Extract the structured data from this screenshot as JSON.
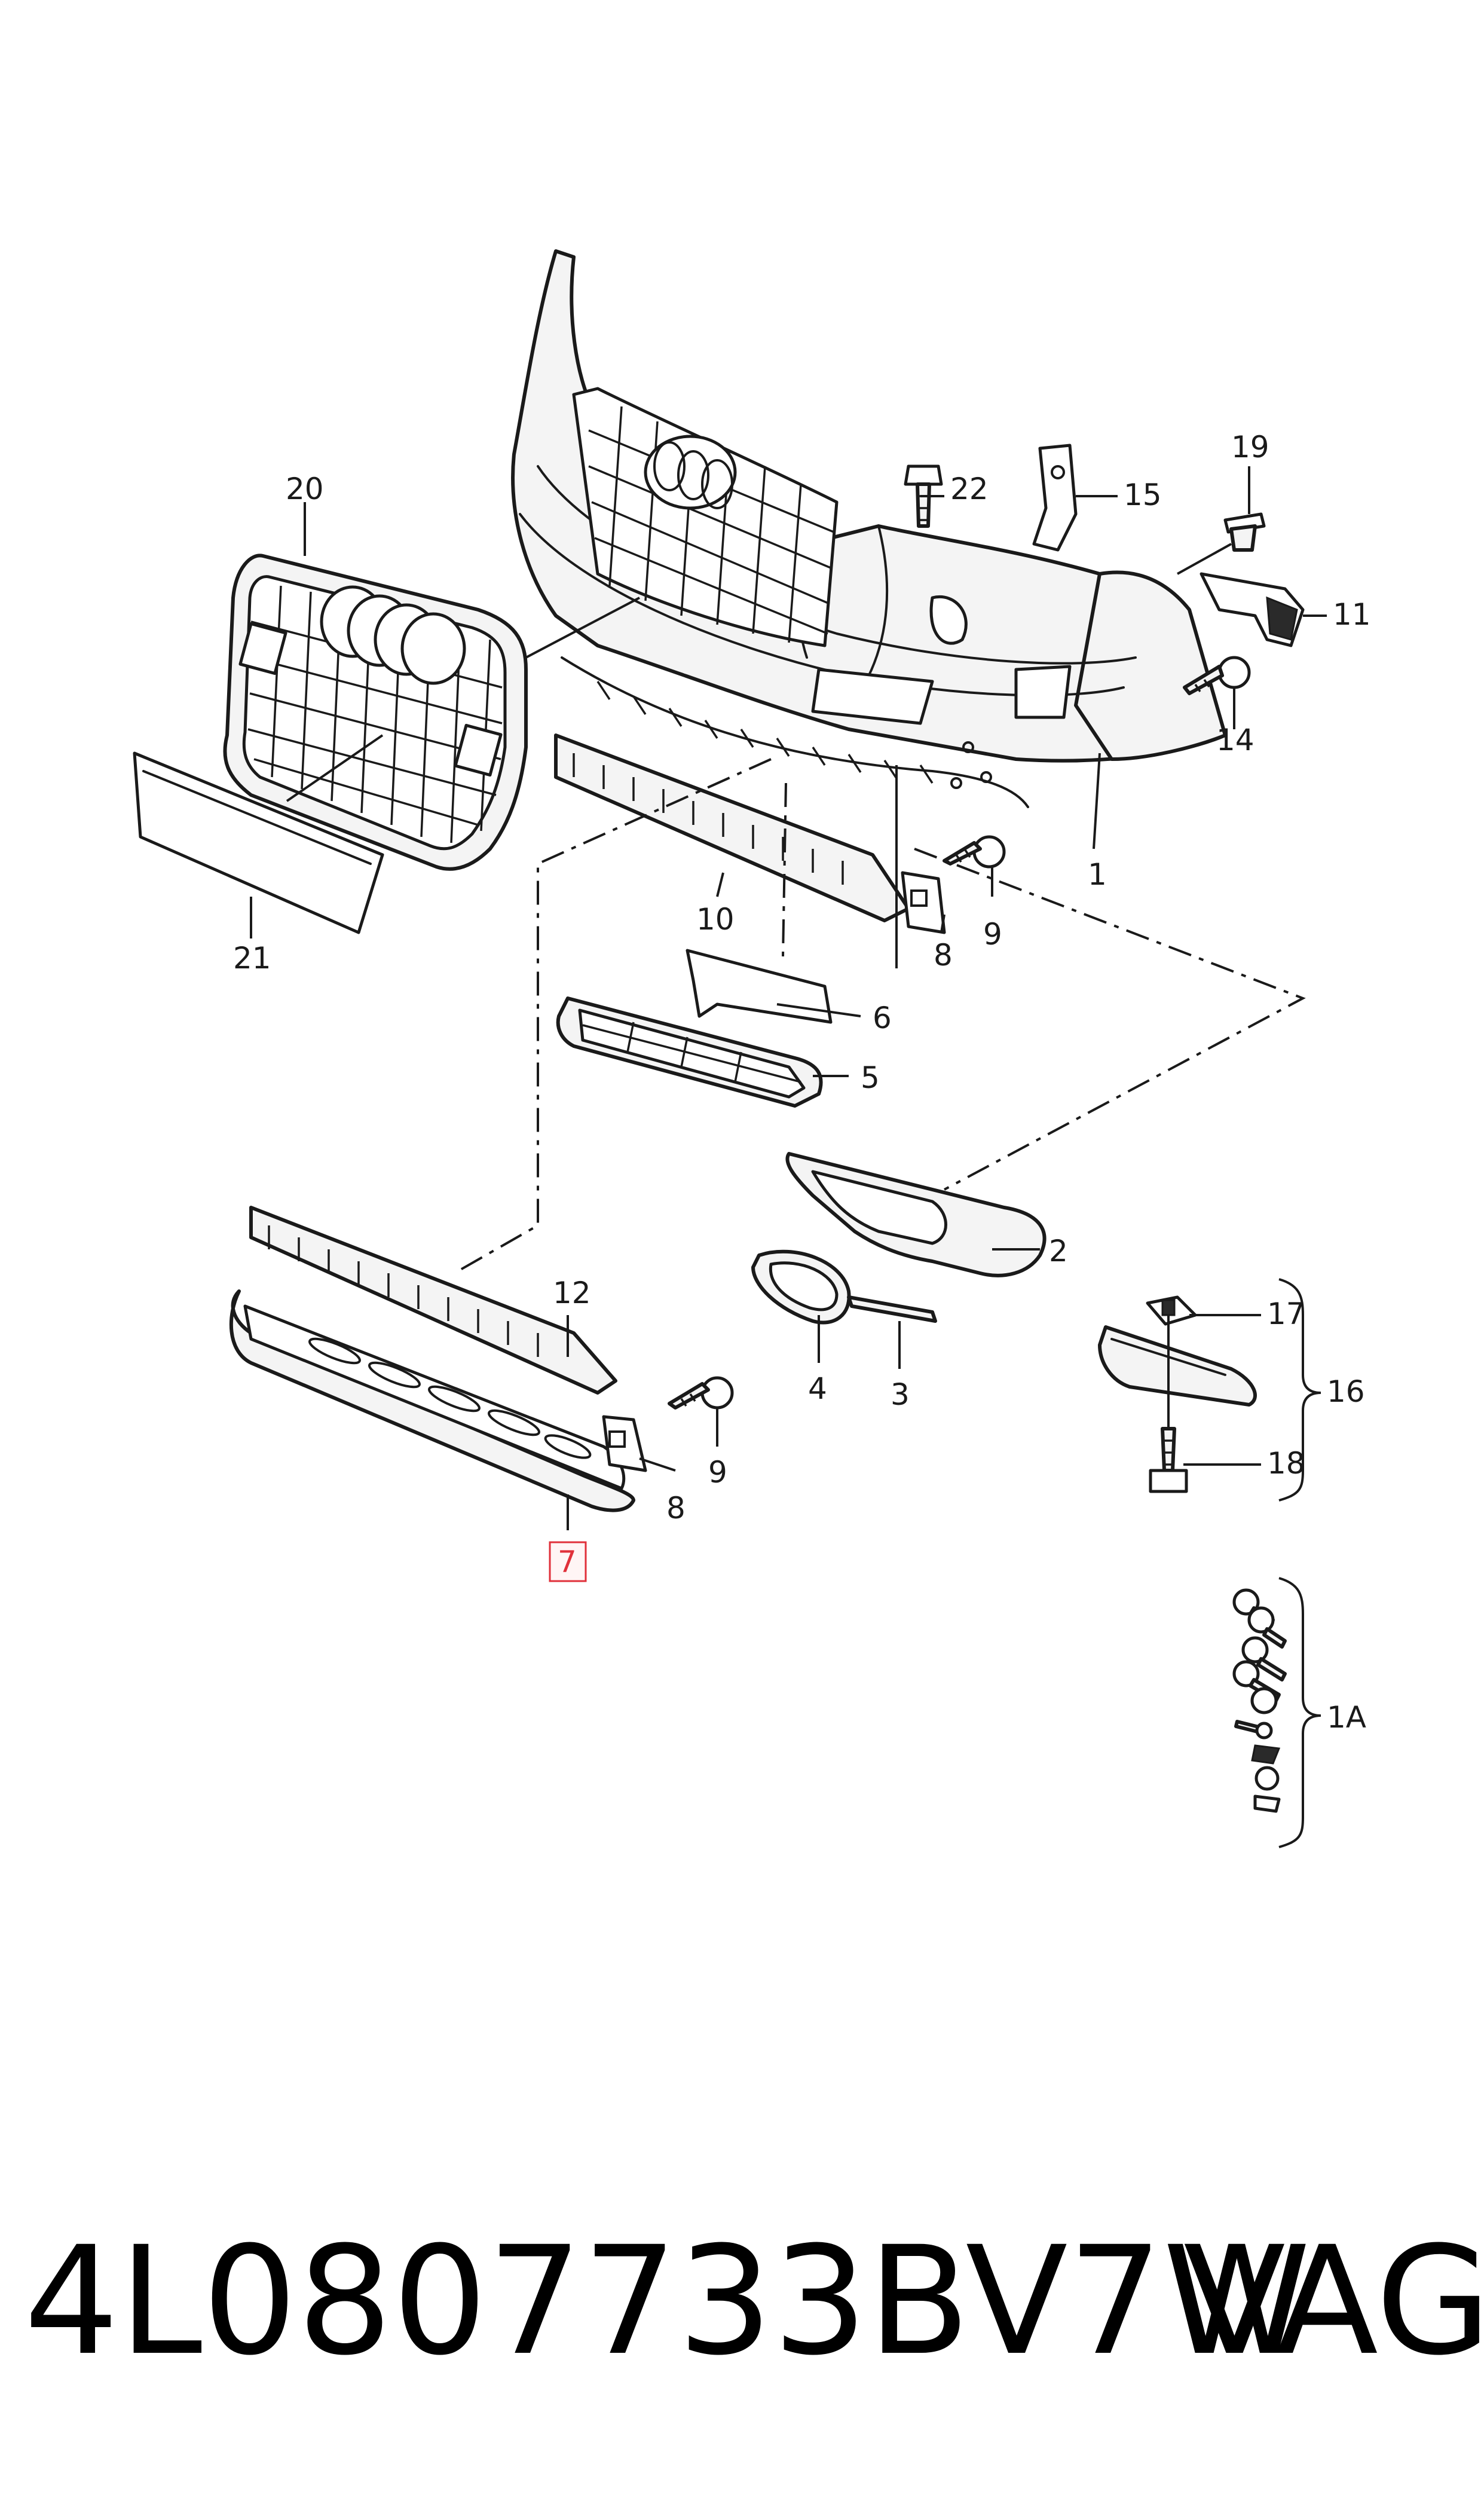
{
  "callouts": {
    "c1": "1",
    "c1A": "1A",
    "c2": "2",
    "c3": "3",
    "c4": "4",
    "c5": "5",
    "c6": "6",
    "c7": "7",
    "c8a": "8",
    "c8b": "8",
    "c9a": "9",
    "c9b": "9",
    "c10": "10",
    "c11": "11",
    "c12": "12",
    "c14": "14",
    "c15": "15",
    "c16": "16",
    "c17": "17",
    "c18": "18",
    "c19": "19",
    "c20": "20",
    "c21": "21",
    "c22": "22"
  },
  "highlighted_callout": "7",
  "footer": {
    "part_number": "4L0807733BV7W",
    "brand": "VAG"
  },
  "colors": {
    "line": "#1a1a1a",
    "highlight": "#e0303a"
  },
  "icons": {
    "logo": "four-rings-logo"
  }
}
